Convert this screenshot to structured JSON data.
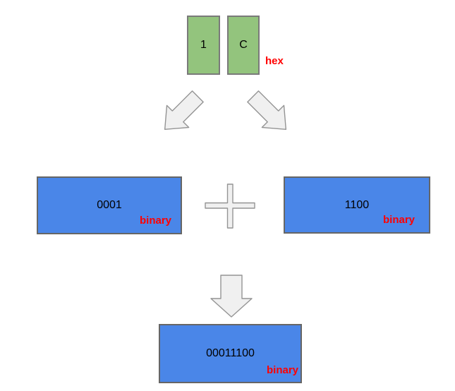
{
  "colors": {
    "page_bg": "#ffffff",
    "hex_box_fill": "#93c47d",
    "hex_box_border": "#7a7a7a",
    "binary_box_fill": "#4a86e8",
    "binary_box_border": "#666666",
    "shape_fill": "#f0f0f0",
    "shape_stroke": "#949494",
    "label_red": "#ff0000",
    "text_black": "#000000"
  },
  "hex_group": {
    "digits": [
      "1",
      "C"
    ],
    "label": "hex"
  },
  "binary_operands": [
    {
      "value": "0001",
      "label": "binary"
    },
    {
      "value": "1100",
      "label": "binary"
    }
  ],
  "result": {
    "value": "00011100",
    "label": "binary"
  }
}
